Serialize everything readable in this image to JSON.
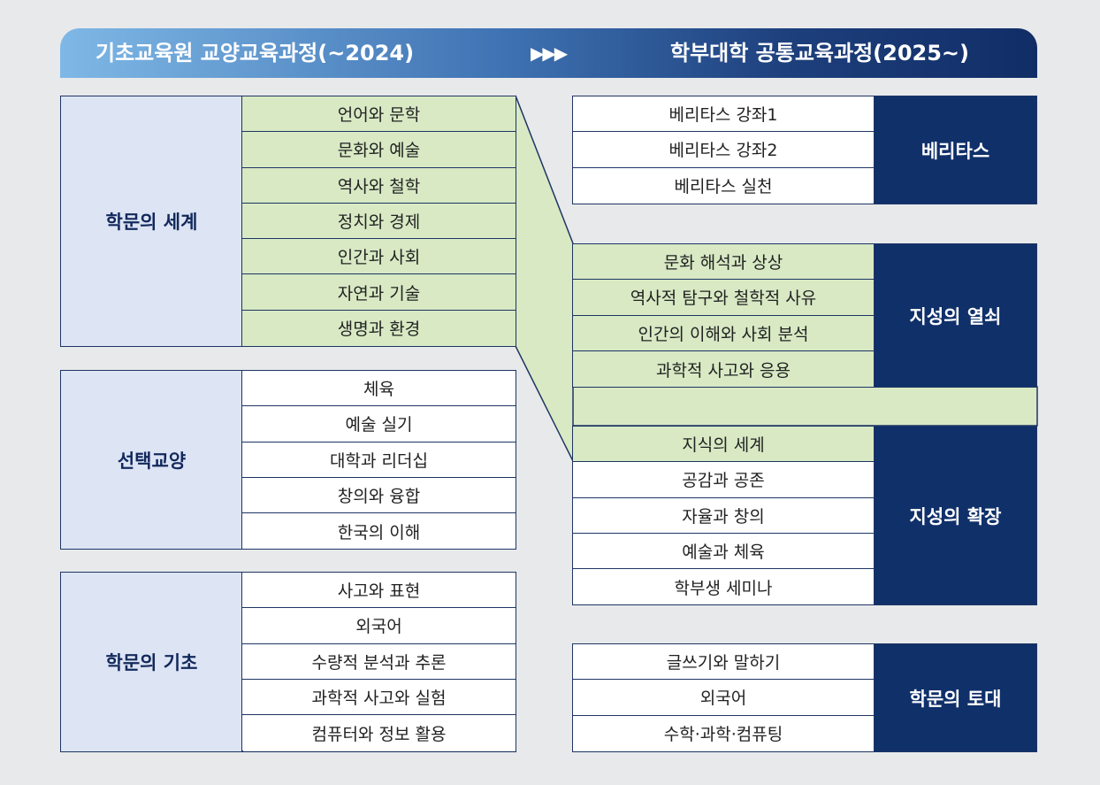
{
  "header": {
    "left_title": "기초교육원 교양교육과정(~2024)",
    "arrows": "▶▶▶",
    "right_title": "학부대학 공통교육과정(2025~)"
  },
  "left": [
    {
      "category": "학문의 세계",
      "items": [
        {
          "label": "언어와 문학",
          "highlight": true
        },
        {
          "label": "문화와 예술",
          "highlight": true
        },
        {
          "label": "역사와 철학",
          "highlight": true
        },
        {
          "label": "정치와 경제",
          "highlight": true
        },
        {
          "label": "인간과 사회",
          "highlight": true
        },
        {
          "label": "자연과 기술",
          "highlight": true
        },
        {
          "label": "생명과 환경",
          "highlight": true
        }
      ]
    },
    {
      "category": "선택교양",
      "items": [
        {
          "label": "체육",
          "highlight": false
        },
        {
          "label": "예술 실기",
          "highlight": false
        },
        {
          "label": "대학과 리더십",
          "highlight": false
        },
        {
          "label": "창의와 융합",
          "highlight": false
        },
        {
          "label": "한국의 이해",
          "highlight": false
        }
      ]
    },
    {
      "category": "학문의 기초",
      "items": [
        {
          "label": "사고와 표현",
          "highlight": false
        },
        {
          "label": "외국어",
          "highlight": false
        },
        {
          "label": "수량적 분석과 추론",
          "highlight": false
        },
        {
          "label": "과학적 사고와 실험",
          "highlight": false
        },
        {
          "label": "컴퓨터와 정보 활용",
          "highlight": false
        }
      ]
    }
  ],
  "right": [
    {
      "category": "베리타스",
      "items": [
        {
          "label": "베리타스 강좌1",
          "highlight": false
        },
        {
          "label": "베리타스 강좌2",
          "highlight": false
        },
        {
          "label": "베리타스 실천",
          "highlight": false
        }
      ]
    },
    {
      "category": "지성의 열쇠",
      "items": [
        {
          "label": "문화 해석과 상상",
          "highlight": true
        },
        {
          "label": "역사적 탐구와 철학적 사유",
          "highlight": true
        },
        {
          "label": "인간의 이해와 사회 분석",
          "highlight": true
        },
        {
          "label": "과학적 사고와 응용",
          "highlight": true
        }
      ]
    },
    {
      "category": "지성의 확장",
      "items": [
        {
          "label": "지식의 세계",
          "highlight": true
        },
        {
          "label": "공감과 공존",
          "highlight": false
        },
        {
          "label": "자율과 창의",
          "highlight": false
        },
        {
          "label": "예술과 체육",
          "highlight": false
        },
        {
          "label": "학부생 세미나",
          "highlight": false
        }
      ]
    },
    {
      "category": "학문의 토대",
      "items": [
        {
          "label": "글쓰기와 말하기",
          "highlight": false
        },
        {
          "label": "외국어",
          "highlight": false
        },
        {
          "label": "수학·과학·컴퓨팅",
          "highlight": false
        }
      ]
    }
  ],
  "colors": {
    "highlight_green": "#d8e9c4",
    "navy": "#10306a",
    "left_category_bg": "#dde4f4"
  }
}
